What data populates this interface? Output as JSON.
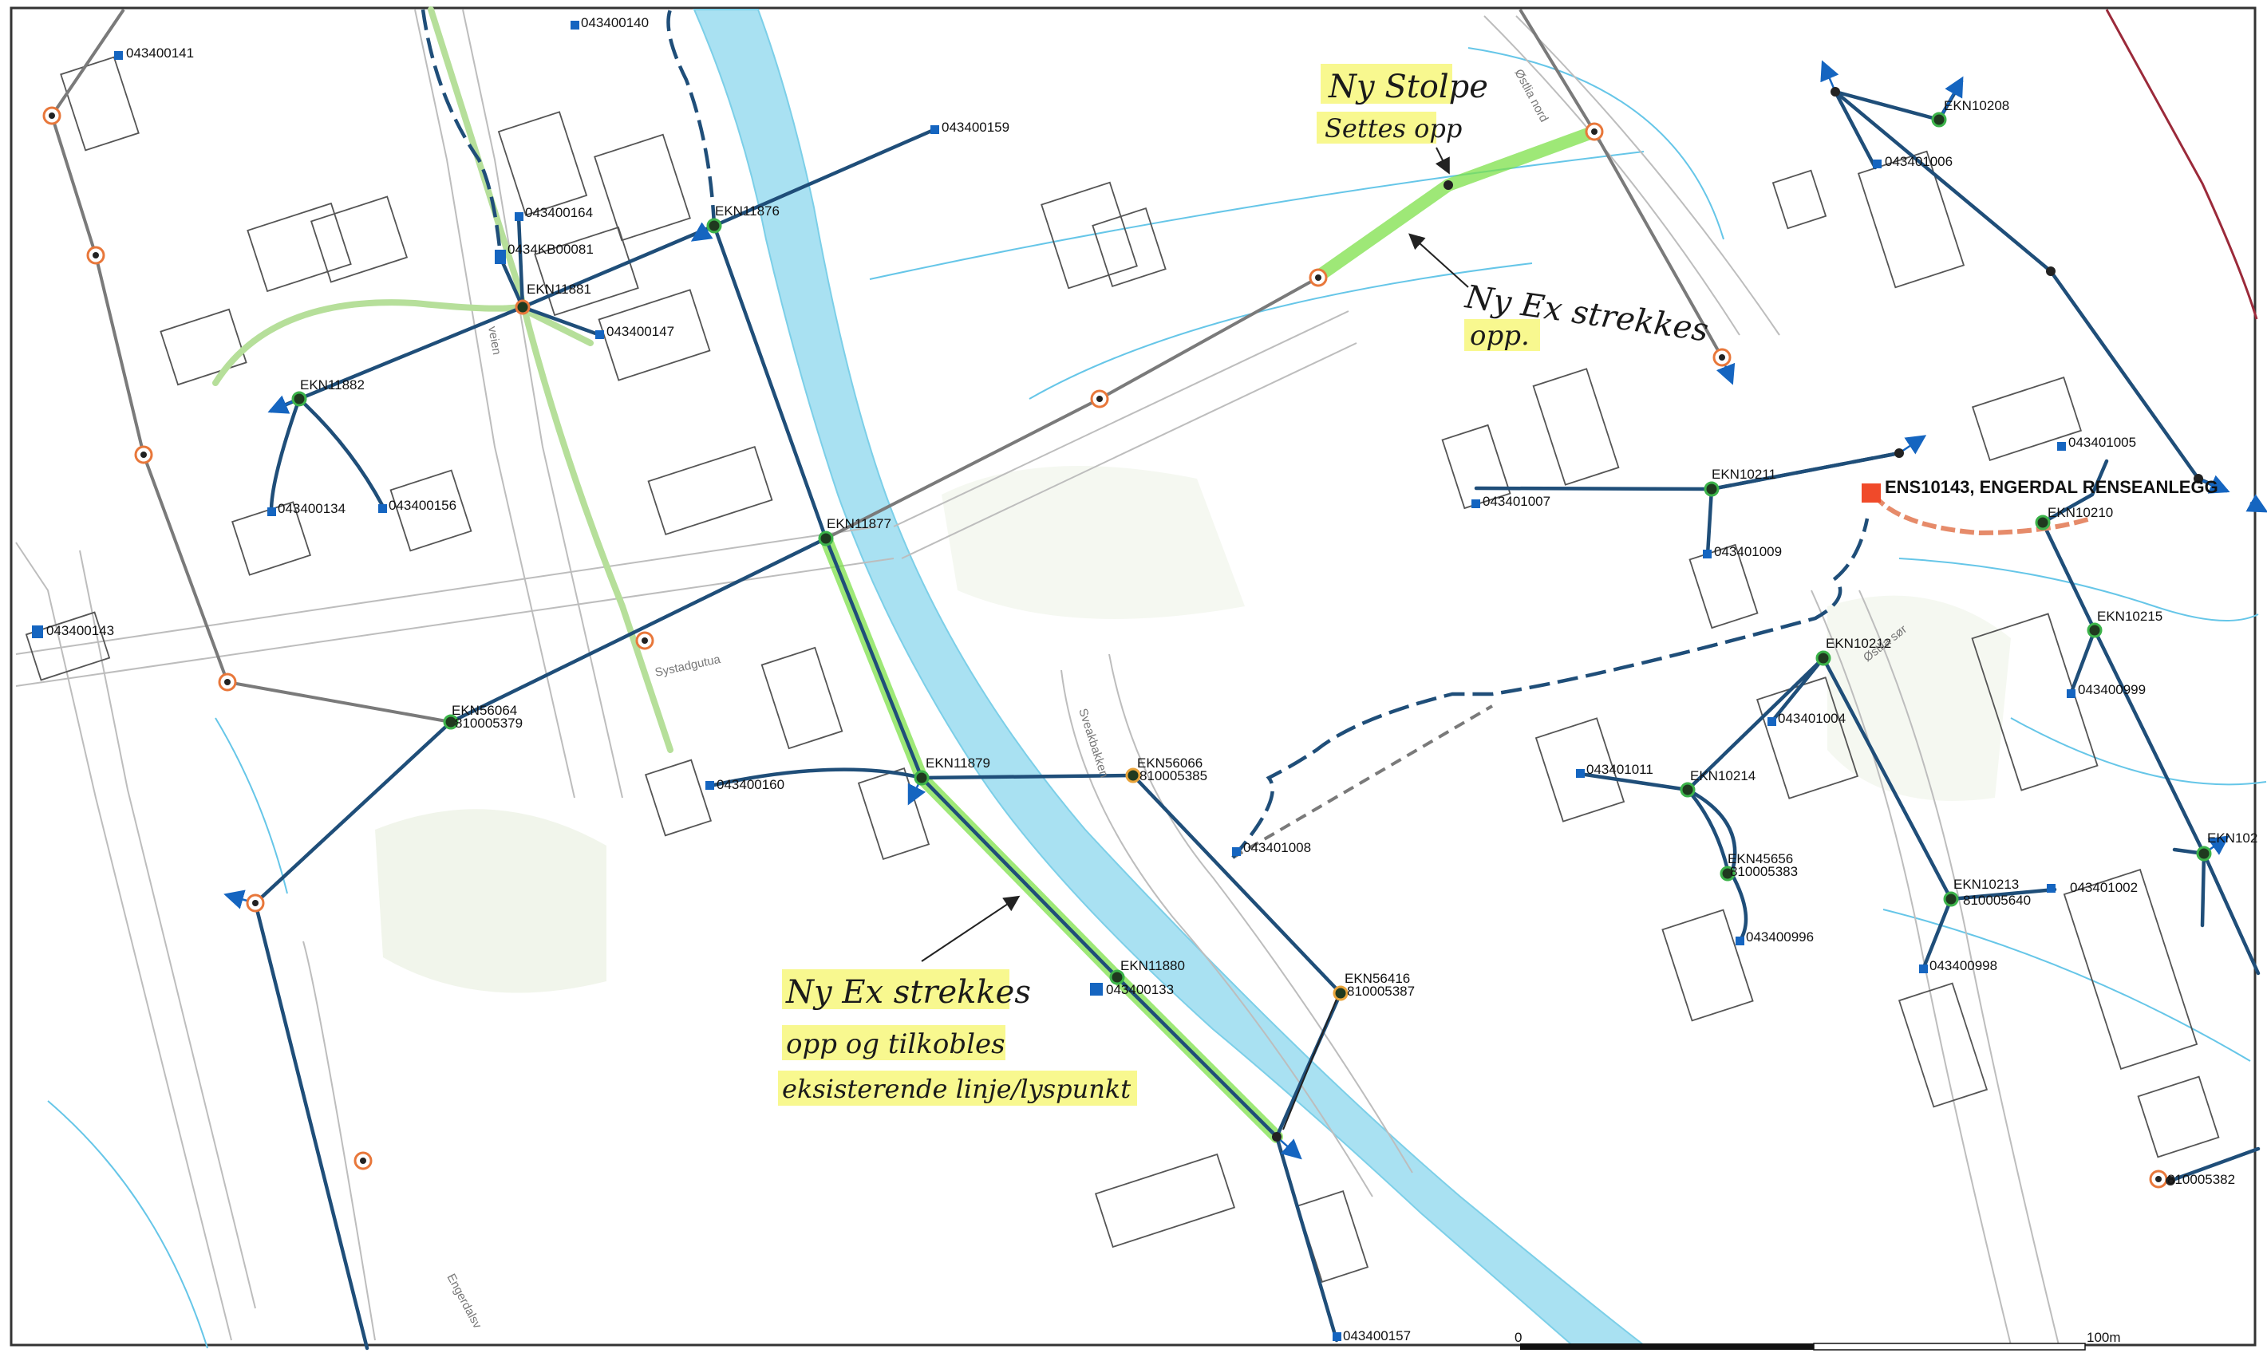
{
  "map": {
    "node_labels": {
      "n043400141": "043400141",
      "n043400140": "043400140",
      "n043400159": "043400159",
      "n043400164": "043400164",
      "n0434KB00081": "0434KB00081",
      "nEKN11881": "EKN11881",
      "n043400147": "043400147",
      "nEKN11876": "EKN11876",
      "nEKN11882": "EKN11882",
      "n043400134": "043400134",
      "n043400156": "043400156",
      "nEKN11877": "EKN11877",
      "n043400143": "043400143",
      "nEKN56064": "EKN56064",
      "n810005379": "810005379",
      "n043400160": "043400160",
      "nEKN11879": "EKN11879",
      "nEKN56066": "EKN56066",
      "n810005385": "810005385",
      "nEKN11880": "EKN11880",
      "n043400133": "043400133",
      "nEKN56416": "EKN56416",
      "n810005387": "810005387",
      "n043400157": "043400157",
      "n043401008": "043401008",
      "nEKN10208": "EKN10208",
      "n043401006": "043401006",
      "nEKN10211": "EKN10211",
      "n043401007": "043401007",
      "n043401009": "043401009",
      "n043401005": "043401005",
      "nEKN10210": "EKN10210",
      "nEKN10215": "EKN10215",
      "n043400999": "043400999",
      "nEKN10212": "EKN10212",
      "n043401004": "043401004",
      "n043401011": "043401011",
      "nEKN10214": "EKN10214",
      "nEKN45656": "EKN45656",
      "n810005383": "810005383",
      "n043400996": "043400996",
      "nEKN10213": "EKN10213",
      "n810005640": "810005640",
      "n043401002": "043401002",
      "n043400998": "043400998",
      "nEKN102": "EKN102",
      "n810005382": "810005382"
    },
    "station_label": "ENS10143, ENGERDAL RENSEANLEGG",
    "road_names": {
      "ostlia_nord": "Østlia nord",
      "ostlia_sor": "Østlia sør",
      "systadgutua": "Systadgutua",
      "sveakbakken": "Sveakbakken",
      "engerdalsv": "Engerdalsv",
      "veien": "veien"
    },
    "annotations": {
      "note1_line1": "Ny Stolpe",
      "note1_line2": "Settes opp",
      "note2_line1": "Ny Ex strekkes",
      "note2_line2": "opp.",
      "note3_line1": "Ny Ex strekkes",
      "note3_line2": "opp og tilkobles",
      "note3_line3": "eksisterende linje/lyspunkt"
    },
    "scale_bar_label": "100m",
    "scale_bar_zero": "0",
    "colors": {
      "cable": "#1f4e79",
      "overhead": "#7a7a7a",
      "highlight": "#7ee04a",
      "river": "#a9e1f2",
      "building": "#555555",
      "lamp_post": "#1565c0",
      "pole_ring": "#e8773a",
      "station": "#f04a2a"
    }
  }
}
